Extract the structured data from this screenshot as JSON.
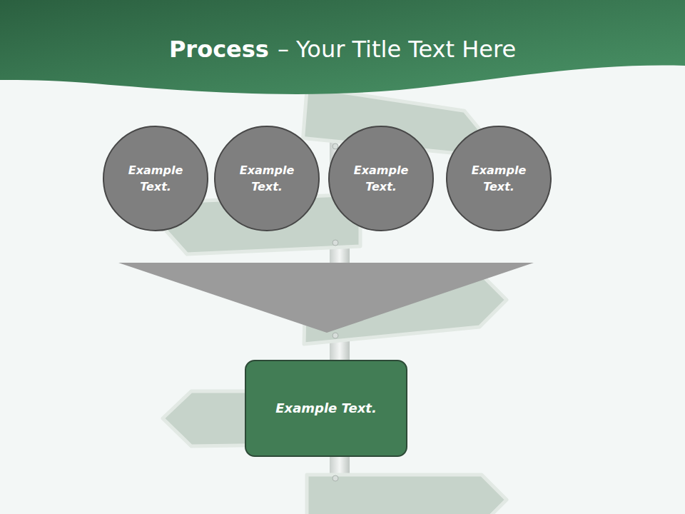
{
  "diagram": {
    "title": "Process",
    "nodes": [
      {
        "text": [
          "Example Text."
        ]
      },
      {
        "text": [
          "Example Text."
        ]
      },
      {
        "text": [
          "Example Text."
        ]
      },
      {
        "text": [
          "Example Text."
        ]
      },
      {
        "text": [
          "Example Text."
        ]
      }
    ],
    "labels": [
      "– Your Title Text Here"
    ]
  }
}
